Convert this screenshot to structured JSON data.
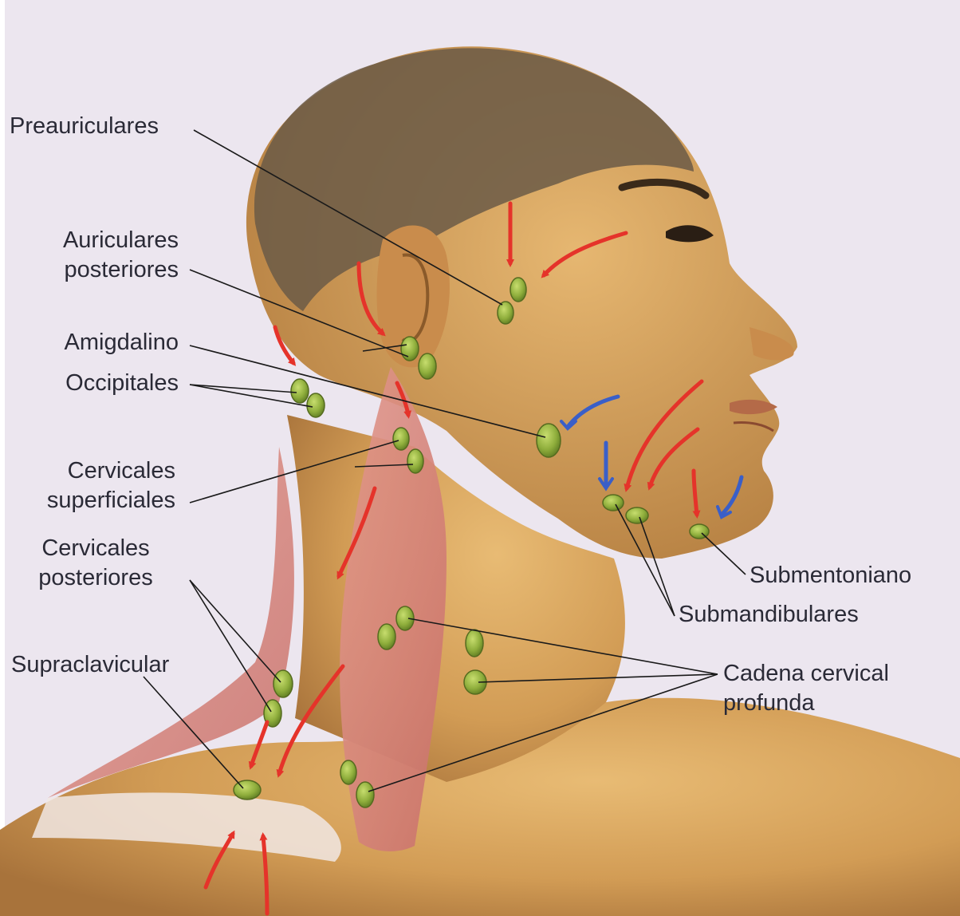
{
  "diagram": {
    "labels": {
      "preauriculares": [
        "Preauriculares"
      ],
      "auriculares_posteriores": [
        "Auriculares",
        "posteriores"
      ],
      "amigdalino": [
        "Amigdalino"
      ],
      "occipitales": [
        "Occipitales"
      ],
      "cervicales_superficiales": [
        "Cervicales",
        "superficiales"
      ],
      "cervicales_posteriores": [
        "Cervicales",
        "posteriores"
      ],
      "supraclavicular": [
        "Supraclavicular"
      ],
      "submentoniano": [
        "Submentoniano"
      ],
      "submandibulares": [
        "Submandibulares"
      ],
      "cadena_cervical_profunda": [
        "Cadena cervical",
        "profunda"
      ]
    },
    "colors": {
      "background_page": "#ece6ef",
      "skin": "#d9a65e",
      "skin_shadow": "#a9733a",
      "hair": "#5a4a3a",
      "muscle": "#d8847c",
      "node": "#8fae3c",
      "node_outline": "#556b1f",
      "arrow_red": "#e5332a",
      "arrow_blue": "#3a5fc8",
      "leader_line": "#1a1a1a",
      "label_text": "#2a2a36"
    }
  }
}
